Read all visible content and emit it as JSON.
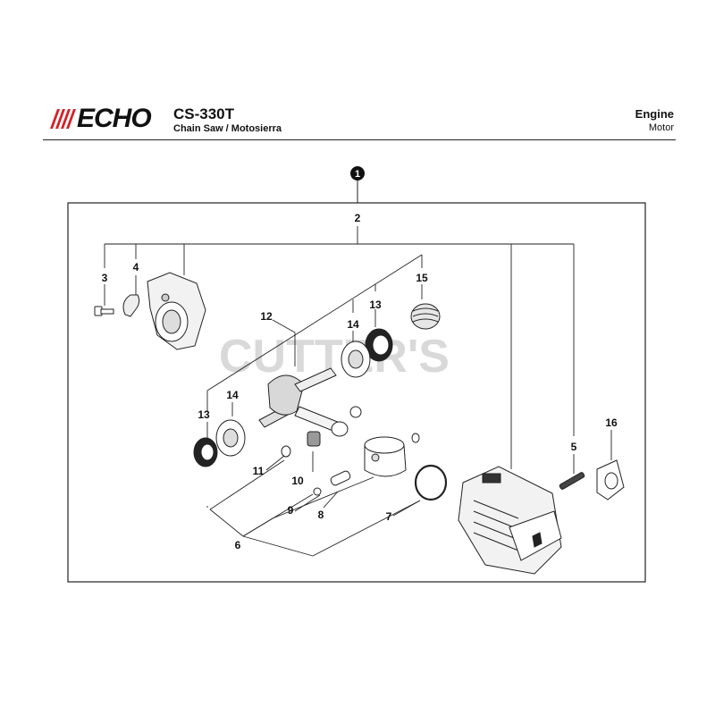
{
  "header": {
    "brand": "ECHO",
    "model": "CS-330T",
    "subtitle": "Chain Saw / Motosierra",
    "section_title": "Engine",
    "section_subtitle": "Motor"
  },
  "watermark": "CUTTER'S",
  "assembly_badge": "1",
  "callouts": {
    "c2": "2",
    "c3": "3",
    "c4": "4",
    "c5": "5",
    "c6": "6",
    "c7": "7",
    "c8": "8",
    "c9": "9",
    "c10": "10",
    "c11": "11",
    "c12": "12",
    "c13a": "13",
    "c13b": "13",
    "c14a": "14",
    "c14b": "14",
    "c15": "15",
    "c16": "16"
  },
  "colors": {
    "logo_red": "#d2232a",
    "line": "#222222",
    "watermark": "#d9d9d9"
  }
}
